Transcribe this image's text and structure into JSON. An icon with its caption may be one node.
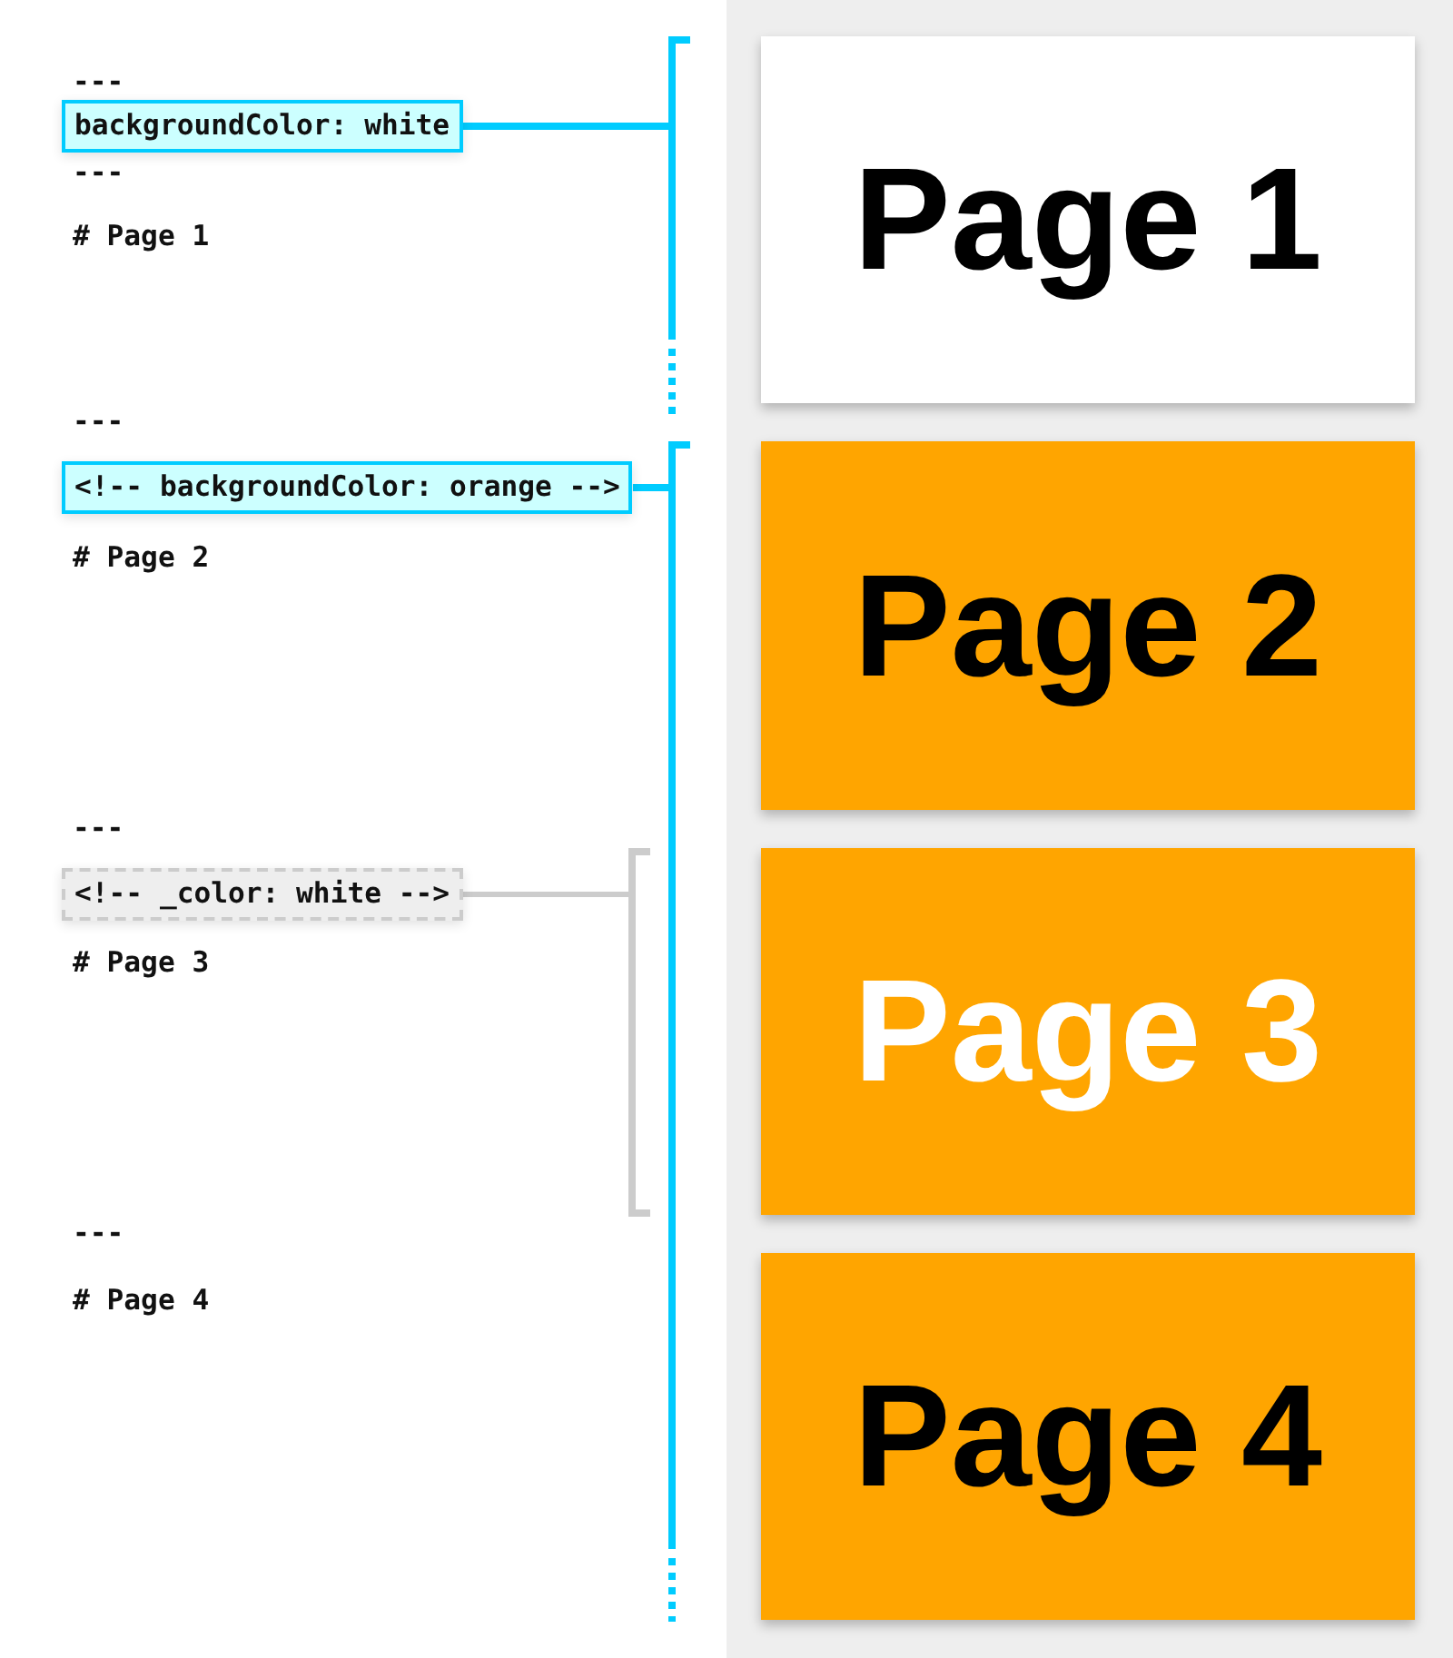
{
  "diagram": {
    "nodes": [
      {
        "text": [
          "backgroundColor: white"
        ]
      },
      {
        "text": [],
        "shape": "bracket"
      },
      {
        "text": [
          "Page 1"
        ]
      },
      {
        "text": [
          "<!-- backgroundColor: orange -->"
        ]
      },
      {
        "text": [],
        "shape": "bracket"
      },
      {
        "text": [
          "Page 2"
        ]
      },
      {
        "text": [
          "<!-- _color: white -->"
        ]
      },
      {
        "text": [],
        "shape": "bracket"
      },
      {
        "text": [
          "Page 3"
        ]
      },
      {
        "text": [
          "Page 4"
        ]
      }
    ],
    "edges": [
      {
        "from": 0,
        "to": 1,
        "arrow": "none"
      },
      {
        "from": 3,
        "to": 4,
        "arrow": "none"
      },
      {
        "from": 6,
        "to": 7,
        "arrow": "none",
        "color": "#cccccc"
      }
    ],
    "labels": [
      "---",
      "---",
      "# Page 1",
      "---",
      "# Page 2",
      "---",
      "# Page 3",
      "---",
      "# Page 4"
    ]
  }
}
